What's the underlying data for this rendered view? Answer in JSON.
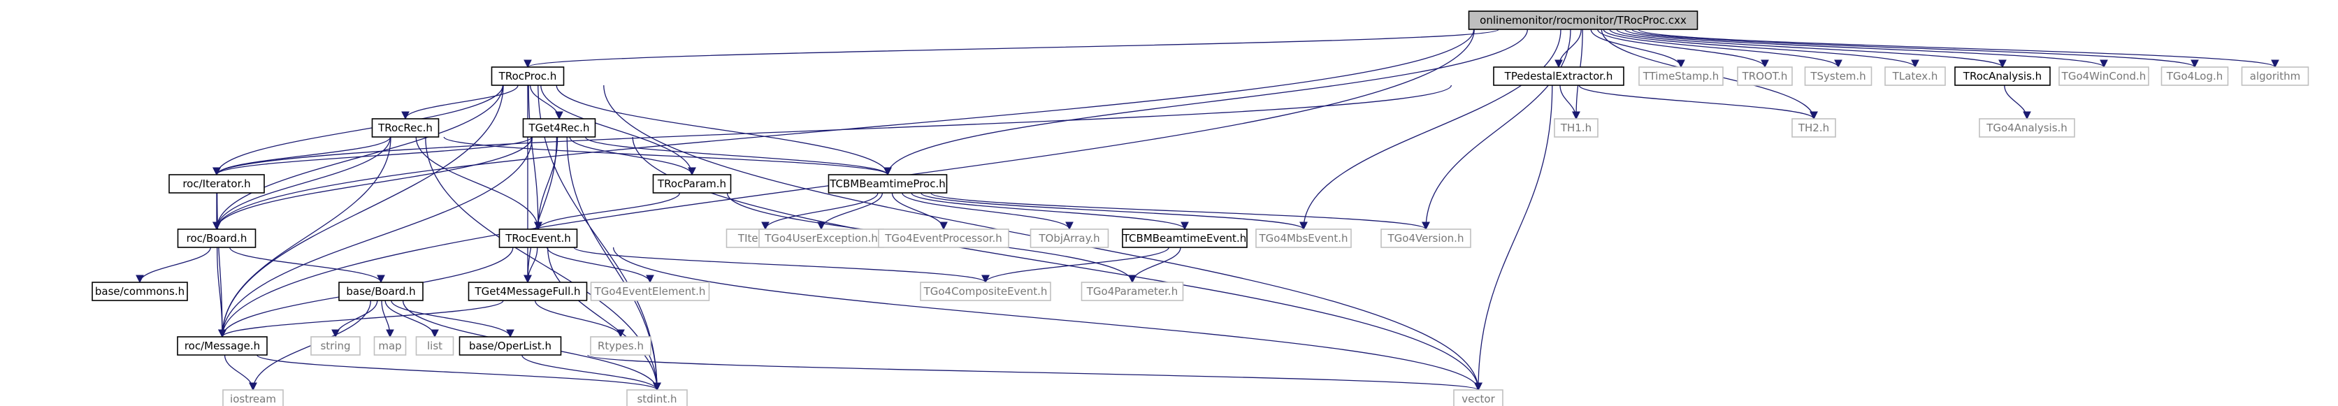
{
  "colors": {
    "edge": "#191970",
    "root_fill": "#bfbfbf",
    "documented_border": "#000000",
    "external_border": "#bfbfbf",
    "documented_text": "#000000",
    "external_text": "#777777",
    "background": "#ffffff"
  },
  "nodes": [
    {
      "id": "root",
      "label": "onlinemonitor/rocmonitor/TRocProc.cxx",
      "kind": "root"
    },
    {
      "id": "TRocProc",
      "label": "TRocProc.h",
      "kind": "documented"
    },
    {
      "id": "TPedestalExtractor",
      "label": "TPedestalExtractor.h",
      "kind": "documented"
    },
    {
      "id": "TTimeStamp",
      "label": "TTimeStamp.h",
      "kind": "external"
    },
    {
      "id": "TROOT",
      "label": "TROOT.h",
      "kind": "external"
    },
    {
      "id": "TSystem",
      "label": "TSystem.h",
      "kind": "external"
    },
    {
      "id": "TLatex",
      "label": "TLatex.h",
      "kind": "external"
    },
    {
      "id": "TRocAnalysis",
      "label": "TRocAnalysis.h",
      "kind": "documented"
    },
    {
      "id": "TGo4WinCond",
      "label": "TGo4WinCond.h",
      "kind": "external"
    },
    {
      "id": "TGo4Log",
      "label": "TGo4Log.h",
      "kind": "external"
    },
    {
      "id": "algorithm",
      "label": "algorithm",
      "kind": "external"
    },
    {
      "id": "TRocRec",
      "label": "TRocRec.h",
      "kind": "documented"
    },
    {
      "id": "TGet4Rec",
      "label": "TGet4Rec.h",
      "kind": "documented"
    },
    {
      "id": "TH1",
      "label": "TH1.h",
      "kind": "external"
    },
    {
      "id": "TH2",
      "label": "TH2.h",
      "kind": "external"
    },
    {
      "id": "TGo4Analysis",
      "label": "TGo4Analysis.h",
      "kind": "external"
    },
    {
      "id": "rocIterator",
      "label": "roc/Iterator.h",
      "kind": "documented"
    },
    {
      "id": "TRocParam",
      "label": "TRocParam.h",
      "kind": "documented"
    },
    {
      "id": "TCBMBeamtimeProc",
      "label": "TCBMBeamtimeProc.h",
      "kind": "documented"
    },
    {
      "id": "rocBoard",
      "label": "roc/Board.h",
      "kind": "documented"
    },
    {
      "id": "TRocEvent",
      "label": "TRocEvent.h",
      "kind": "documented"
    },
    {
      "id": "TIterator",
      "label": "TIterator.h",
      "kind": "external"
    },
    {
      "id": "TGo4UserException",
      "label": "TGo4UserException.h",
      "kind": "external"
    },
    {
      "id": "TGo4EventProcessor",
      "label": "TGo4EventProcessor.h",
      "kind": "external"
    },
    {
      "id": "TObjArray",
      "label": "TObjArray.h",
      "kind": "external"
    },
    {
      "id": "TCBMBeamtimeEvent",
      "label": "TCBMBeamtimeEvent.h",
      "kind": "documented"
    },
    {
      "id": "TGo4MbsEvent",
      "label": "TGo4MbsEvent.h",
      "kind": "external"
    },
    {
      "id": "TGo4Version",
      "label": "TGo4Version.h",
      "kind": "external"
    },
    {
      "id": "baseCommons",
      "label": "base/commons.h",
      "kind": "documented"
    },
    {
      "id": "baseBoard",
      "label": "base/Board.h",
      "kind": "documented"
    },
    {
      "id": "TGet4MessageFull",
      "label": "TGet4MessageFull.h",
      "kind": "documented"
    },
    {
      "id": "TGo4EventElement",
      "label": "TGo4EventElement.h",
      "kind": "external"
    },
    {
      "id": "TGo4CompositeEvent",
      "label": "TGo4CompositeEvent.h",
      "kind": "external"
    },
    {
      "id": "TGo4Parameter",
      "label": "TGo4Parameter.h",
      "kind": "external"
    },
    {
      "id": "rocMessage",
      "label": "roc/Message.h",
      "kind": "documented"
    },
    {
      "id": "string",
      "label": "string",
      "kind": "external"
    },
    {
      "id": "map",
      "label": "map",
      "kind": "external"
    },
    {
      "id": "list",
      "label": "list",
      "kind": "external"
    },
    {
      "id": "baseOperList",
      "label": "base/OperList.h",
      "kind": "documented"
    },
    {
      "id": "Rtypes",
      "label": "Rtypes.h",
      "kind": "external"
    },
    {
      "id": "iostream",
      "label": "iostream",
      "kind": "external"
    },
    {
      "id": "stdint",
      "label": "stdint.h",
      "kind": "external"
    },
    {
      "id": "vector",
      "label": "vector",
      "kind": "external"
    }
  ],
  "edges": [
    [
      "root",
      "TRocProc"
    ],
    [
      "root",
      "TPedestalExtractor"
    ],
    [
      "root",
      "TTimeStamp"
    ],
    [
      "root",
      "TROOT"
    ],
    [
      "root",
      "TSystem"
    ],
    [
      "root",
      "TLatex"
    ],
    [
      "root",
      "TRocAnalysis"
    ],
    [
      "root",
      "TGo4WinCond"
    ],
    [
      "root",
      "TGo4Log"
    ],
    [
      "root",
      "algorithm"
    ],
    [
      "root",
      "TH1"
    ],
    [
      "root",
      "TH2"
    ],
    [
      "root",
      "TCBMBeamtimeProc"
    ],
    [
      "root",
      "TGo4MbsEvent"
    ],
    [
      "root",
      "TGo4Version"
    ],
    [
      "root",
      "rocBoard"
    ],
    [
      "root",
      "rocMessage"
    ],
    [
      "TRocProc",
      "TRocRec"
    ],
    [
      "TRocProc",
      "TGet4Rec"
    ],
    [
      "TRocProc",
      "rocIterator"
    ],
    [
      "TRocProc",
      "TRocParam"
    ],
    [
      "TRocProc",
      "TCBMBeamtimeProc"
    ],
    [
      "TRocProc",
      "rocBoard"
    ],
    [
      "TRocProc",
      "TRocEvent"
    ],
    [
      "TRocProc",
      "TGet4MessageFull"
    ],
    [
      "TRocProc",
      "rocMessage"
    ],
    [
      "TRocProc",
      "stdint"
    ],
    [
      "TRocProc",
      "vector"
    ],
    [
      "TPedestalExtractor",
      "rocIterator"
    ],
    [
      "TPedestalExtractor",
      "TH1"
    ],
    [
      "TPedestalExtractor",
      "TH2"
    ],
    [
      "TPedestalExtractor",
      "vector"
    ],
    [
      "TRocAnalysis",
      "TGo4Analysis"
    ],
    [
      "TRocRec",
      "rocIterator"
    ],
    [
      "TRocRec",
      "rocBoard"
    ],
    [
      "TRocRec",
      "TCBMBeamtimeProc"
    ],
    [
      "TRocRec",
      "TRocEvent"
    ],
    [
      "TRocRec",
      "rocMessage"
    ],
    [
      "TRocRec",
      "stdint"
    ],
    [
      "TGet4Rec",
      "rocIterator"
    ],
    [
      "TGet4Rec",
      "TRocParam"
    ],
    [
      "TGet4Rec",
      "TCBMBeamtimeProc"
    ],
    [
      "TGet4Rec",
      "rocBoard"
    ],
    [
      "TGet4Rec",
      "TRocEvent"
    ],
    [
      "TGet4Rec",
      "TGet4MessageFull"
    ],
    [
      "TGet4Rec",
      "rocMessage"
    ],
    [
      "TGet4Rec",
      "stdint"
    ],
    [
      "TGet4Rec",
      "vector"
    ],
    [
      "rocIterator",
      "rocBoard"
    ],
    [
      "rocIterator",
      "rocMessage"
    ],
    [
      "TRocParam",
      "TRocEvent"
    ],
    [
      "TRocParam",
      "TGo4Parameter"
    ],
    [
      "TCBMBeamtimeProc",
      "TIterator"
    ],
    [
      "TCBMBeamtimeProc",
      "TGo4UserException"
    ],
    [
      "TCBMBeamtimeProc",
      "TGo4EventProcessor"
    ],
    [
      "TCBMBeamtimeProc",
      "TObjArray"
    ],
    [
      "TCBMBeamtimeProc",
      "TCBMBeamtimeEvent"
    ],
    [
      "TCBMBeamtimeProc",
      "TGo4MbsEvent"
    ],
    [
      "TCBMBeamtimeProc",
      "TGo4Version"
    ],
    [
      "TCBMBeamtimeEvent",
      "TGo4CompositeEvent"
    ],
    [
      "TCBMBeamtimeEvent",
      "TGo4Parameter"
    ],
    [
      "rocBoard",
      "baseCommons"
    ],
    [
      "rocBoard",
      "baseBoard"
    ],
    [
      "rocBoard",
      "rocMessage"
    ],
    [
      "TRocEvent",
      "TGet4MessageFull"
    ],
    [
      "TRocEvent",
      "TGo4EventElement"
    ],
    [
      "TRocEvent",
      "TGo4CompositeEvent"
    ],
    [
      "TRocEvent",
      "rocMessage"
    ],
    [
      "TRocEvent",
      "stdint"
    ],
    [
      "TRocEvent",
      "vector"
    ],
    [
      "baseBoard",
      "string"
    ],
    [
      "baseBoard",
      "map"
    ],
    [
      "baseBoard",
      "list"
    ],
    [
      "baseBoard",
      "baseOperList"
    ],
    [
      "baseBoard",
      "iostream"
    ],
    [
      "baseBoard",
      "stdint"
    ],
    [
      "TGet4MessageFull",
      "Rtypes"
    ],
    [
      "TGet4MessageFull",
      "rocMessage"
    ],
    [
      "rocMessage",
      "iostream"
    ],
    [
      "rocMessage",
      "stdint"
    ],
    [
      "baseOperList",
      "stdint"
    ],
    [
      "baseOperList",
      "vector"
    ]
  ]
}
